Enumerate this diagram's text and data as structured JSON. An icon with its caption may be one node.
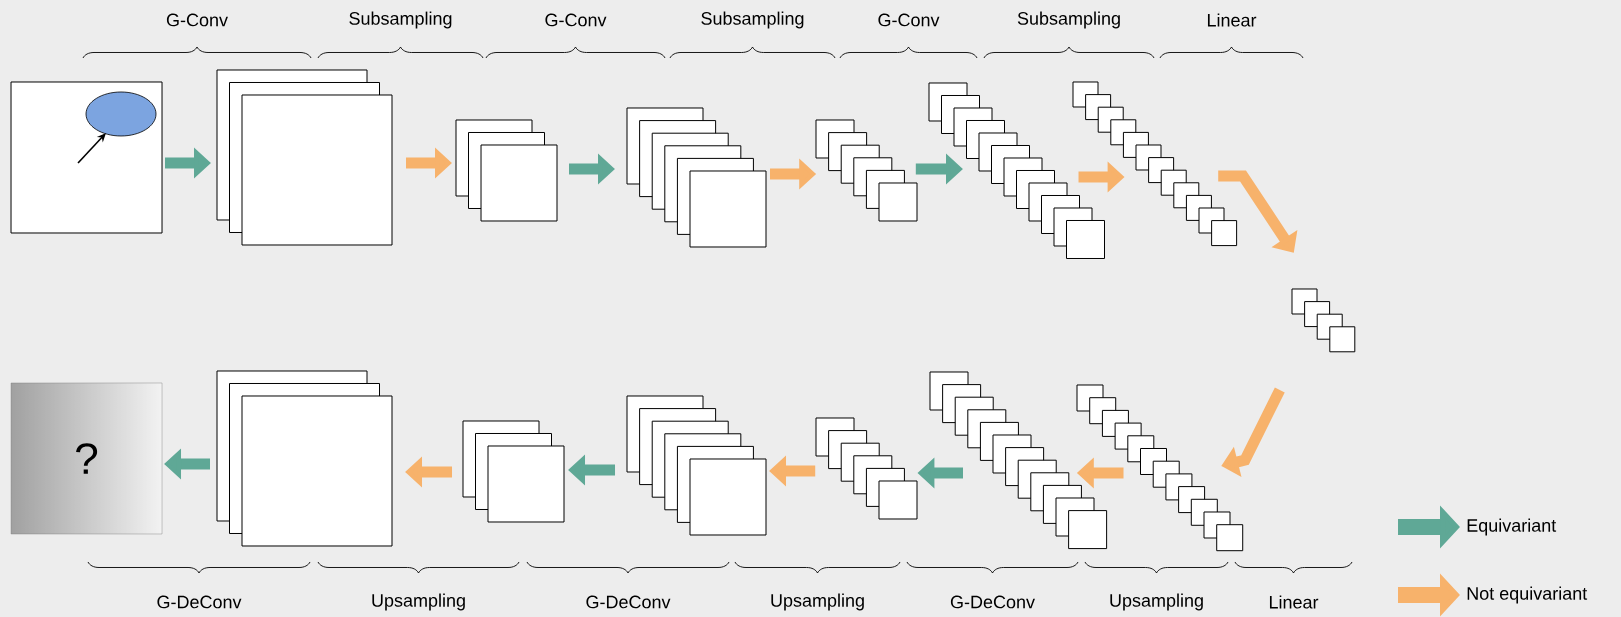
{
  "diagram": {
    "nodes": [
      {
        "text": [],
        "shape": "box"
      },
      {
        "text": [],
        "shape": "circle",
        "in": 0
      },
      {
        "text": [],
        "shape": "stack"
      },
      {
        "text": [],
        "shape": "stack"
      },
      {
        "text": [],
        "shape": "stack"
      },
      {
        "text": [],
        "shape": "stack"
      },
      {
        "text": [],
        "shape": "stack"
      },
      {
        "text": [],
        "shape": "stack"
      },
      {
        "text": [],
        "shape": "stack"
      },
      {
        "text": [
          "?"
        ]
      },
      {
        "text": [],
        "shape": "stack"
      },
      {
        "text": [],
        "shape": "stack"
      },
      {
        "text": [],
        "shape": "stack"
      },
      {
        "text": [],
        "shape": "stack"
      },
      {
        "text": [],
        "shape": "stack"
      },
      {
        "text": [],
        "shape": "stack"
      }
    ],
    "edges": [
      {
        "from": null,
        "to": 1,
        "arrow": "to",
        "color": "#000000"
      },
      {
        "from": 0,
        "to": 2,
        "arrow": "to",
        "color": "#5fa896"
      },
      {
        "from": 2,
        "to": 3,
        "arrow": "to"
      },
      {
        "from": 3,
        "to": 4,
        "arrow": "to",
        "color": "#5fa896"
      },
      {
        "from": 4,
        "to": 5,
        "arrow": "to"
      },
      {
        "from": 5,
        "to": 6,
        "arrow": "to",
        "color": "#5fa896"
      },
      {
        "from": 6,
        "to": 7,
        "arrow": "to"
      },
      {
        "from": 7,
        "to": 8,
        "arrow": "to"
      },
      {
        "from": 8,
        "to": 15,
        "arrow": "to"
      },
      {
        "from": 15,
        "to": 14,
        "arrow": "to"
      },
      {
        "from": 14,
        "to": 13,
        "arrow": "to",
        "color": "#5fa896"
      },
      {
        "from": 13,
        "to": 12,
        "arrow": "to"
      },
      {
        "from": 12,
        "to": 11,
        "arrow": "to",
        "color": "#5fa896"
      },
      {
        "from": 11,
        "to": 10,
        "arrow": "to"
      },
      {
        "from": 10,
        "to": 9,
        "arrow": "to",
        "color": "#5fa896"
      }
    ],
    "labels": [
      "G-Conv",
      "Subsampling",
      "G-Conv",
      "Subsampling",
      "G-Conv",
      "Subsampling",
      "Linear",
      "G-DeConv",
      "Upsampling",
      "G-DeConv",
      "Upsampling",
      "G-DeConv",
      "Upsampling",
      "Linear"
    ],
    "legend": [
      {
        "text": "Equivariant",
        "color": "#5fa896"
      },
      {
        "text": "Not equivariant",
        "color": "#f7b26b"
      }
    ]
  }
}
